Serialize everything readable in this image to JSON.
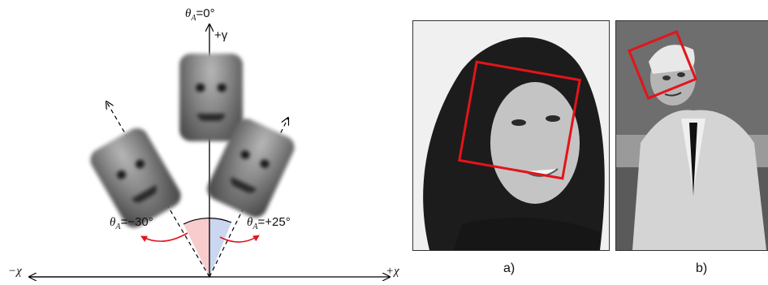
{
  "diagram": {
    "top_angle_label": {
      "theta": "θ",
      "sub": "A",
      "value": "=0°"
    },
    "plus_gamma_label": "+γ",
    "left_angle_label": {
      "theta": "θ",
      "sub": "A",
      "value": "=−30°"
    },
    "right_angle_label": {
      "theta": "θ",
      "sub": "A",
      "value": "=+25°"
    },
    "minus_chi_label": "−χ",
    "plus_chi_label": "+χ"
  },
  "photos": [
    {
      "caption": "a)"
    },
    {
      "caption": "b)"
    }
  ],
  "colors": {
    "box_red": "#e3141b",
    "arc_red": "#e3141b",
    "wedge_pink": "#f7c6c6",
    "wedge_blue": "#c5d3f0"
  }
}
